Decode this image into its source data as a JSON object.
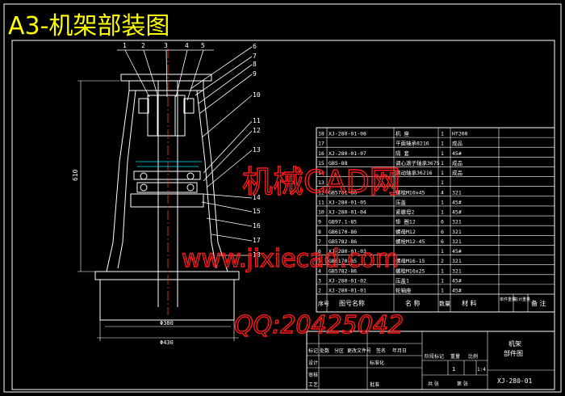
{
  "title": "A3-机架部装图",
  "balloons_top": [
    "1",
    "2",
    "3",
    "4",
    "5"
  ],
  "balloons_right": [
    "6",
    "7",
    "8",
    "9",
    "10",
    "11",
    "12",
    "13",
    "14",
    "15",
    "16",
    "17",
    "18"
  ],
  "dims": {
    "height": "610",
    "inner_width": "Φ380",
    "outer_width": "Φ430"
  },
  "bom_rows": [
    [
      "18",
      "XJ-280-01-08",
      "机 座",
      "1",
      "HT200",
      ""
    ],
    [
      "17",
      "",
      "平面轴承8216",
      "1",
      "成品",
      ""
    ],
    [
      "16",
      "XJ-280-01-07",
      "隔 套",
      "1",
      "45#",
      ""
    ],
    [
      "15",
      "GB5-88",
      "调心滚子轴承3675",
      "1",
      "成品",
      ""
    ],
    [
      "14",
      "",
      "滚动轴承36216",
      "1",
      "成品",
      ""
    ],
    [
      "13",
      "",
      "",
      "1",
      "",
      ""
    ],
    [
      "12",
      "GB5781-86",
      "螺栓M10x45",
      "4",
      "321",
      ""
    ],
    [
      "11",
      "XJ-280-01-05",
      "压盖",
      "1",
      "45#",
      ""
    ],
    [
      "10",
      "XJ-280-01-04",
      "紧螺母2",
      "1",
      "45#",
      ""
    ],
    [
      "9",
      "GB97.1-85",
      "垫 圈12",
      "6",
      "321",
      ""
    ],
    [
      "8",
      "GB6170-86",
      "螺母M12",
      "6",
      "321",
      ""
    ],
    [
      "7",
      "GB5782-86",
      "螺栓M12-45",
      "6",
      "321",
      ""
    ],
    [
      "6",
      "XJ-280-01-03",
      "",
      "1",
      "45#",
      ""
    ],
    [
      "5",
      "GB6170-85",
      "螺母M16-15",
      "2",
      "321",
      ""
    ],
    [
      "4",
      "GB5782-86",
      "螺栓M16x25",
      "1",
      "321",
      ""
    ],
    [
      "3",
      "XJ-280-01-02",
      "压盖1",
      "1",
      "45#",
      ""
    ],
    [
      "2",
      "XJ-280-01-01",
      "轮轴座",
      "1",
      "45#",
      ""
    ]
  ],
  "bom_header": [
    "序号",
    "图号名称",
    "名 称",
    "数量",
    "材 料",
    "单件重量",
    "总计重量",
    "备 注"
  ],
  "title_block": {
    "name_line1": "机架",
    "name_line2": "部件图",
    "drawing_no": "XJ-280-01",
    "scale": "1:4",
    "qty": "1",
    "labels": [
      "标记",
      "处数",
      "分区",
      "更改文件号",
      "签名",
      "年月日",
      "设计",
      "标准化",
      "审核",
      "工艺",
      "批准",
      "阶段标记",
      "重量",
      "比例",
      "共 张",
      "第 张"
    ]
  },
  "watermark": {
    "line1": "机械CAD网",
    "line2": "www.jixiecad.com",
    "line3": "QQ:20425042"
  },
  "colors": {
    "frame": "#ffffff",
    "title": "#ffff00",
    "watermark": "#ff1a1a",
    "accent": "#00e5ff"
  }
}
